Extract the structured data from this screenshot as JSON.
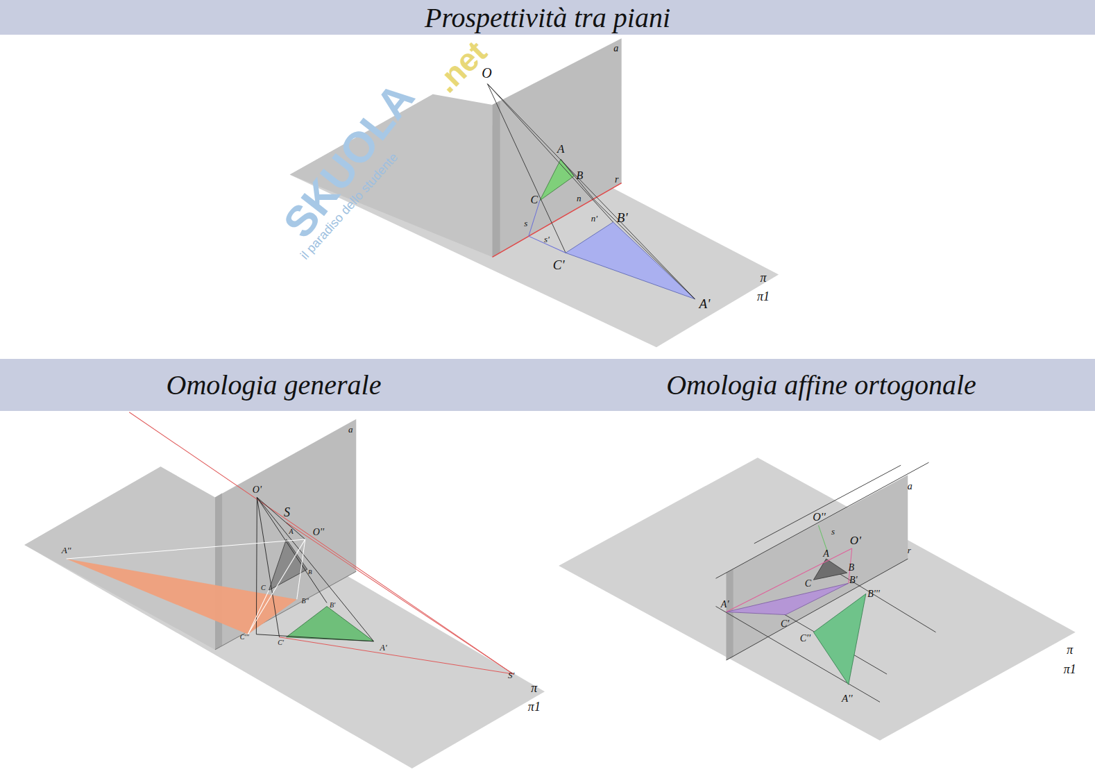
{
  "diagram": {
    "nodes": [
      {
        "text": [
          "Prospettività tra piani"
        ]
      },
      {
        "text": [
          "Omologia generale"
        ]
      },
      {
        "text": [
          "Omologia affine ortogonale"
        ]
      }
    ],
    "labels": [
      "a",
      "O",
      "A",
      "B",
      "r",
      "C",
      "n",
      "s",
      "n'",
      "B'",
      "s'",
      "C'",
      "π",
      "π1",
      "A'",
      "a",
      "O'",
      "S",
      "A",
      "O''",
      "A''",
      "B",
      "C",
      "B''",
      "B'",
      "C'''",
      "C'",
      "A'",
      "S'",
      "π",
      "π1",
      "a",
      "O''",
      "s",
      "O'",
      "r",
      "A",
      "B",
      "C",
      "B'",
      "B'''",
      "A'",
      "C'",
      "C''",
      "A''",
      "π",
      "π1",
      "SKUOLA",
      ".net",
      "il paradiso dello studente"
    ]
  }
}
